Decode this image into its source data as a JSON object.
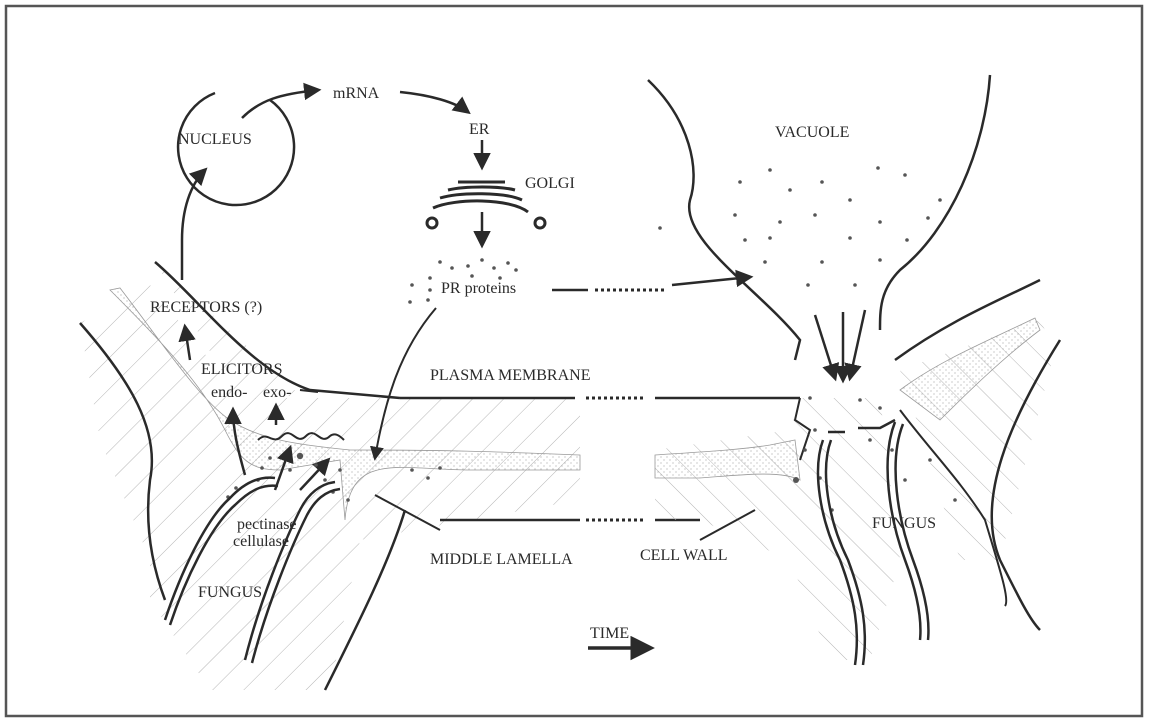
{
  "labels": {
    "nucleus": "NUCLEUS",
    "mrna": "mRNA",
    "er": "ER",
    "golgi": "GOLGI",
    "pr_proteins": "PR proteins",
    "vacuole": "VACUOLE",
    "receptors": "RECEPTORS (?)",
    "elicitors": "ELICITORS",
    "endo": "endo-",
    "exo": "exo-",
    "plasma_membrane": "PLASMA MEMBRANE",
    "pectinase": "pectinase",
    "cellulase": "cellulase",
    "fungus_left": "FUNGUS",
    "fungus_right": "FUNGUS",
    "middle_lamella": "MIDDLE LAMELLA",
    "cell_wall": "CELL WALL",
    "time": "TIME"
  },
  "colors": {
    "ink": "#2a2a2a",
    "hatch": "#b5b5b5",
    "stipple": "#bdbdbd",
    "dots": "#555555"
  }
}
